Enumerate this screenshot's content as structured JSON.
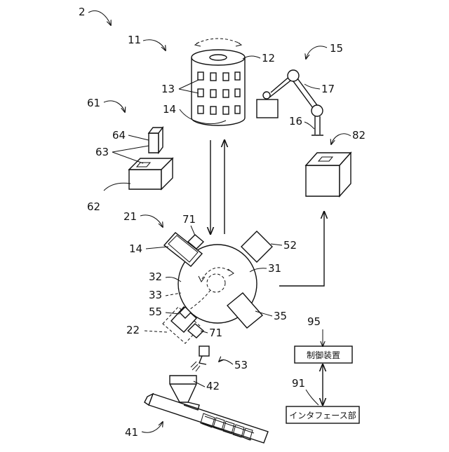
{
  "labels": {
    "system": "2",
    "stocker": "11",
    "carousel_top": "12",
    "slots": "13",
    "container_top": "14",
    "robot": "15",
    "gripper": "16",
    "arm": "17",
    "setup_station": "61",
    "setup_sensor": "64",
    "setup_parts": "63",
    "setup_base": "62",
    "output_box": "82",
    "machine": "21",
    "holder_top": "71",
    "container_left": "14",
    "unit_right_top": "52",
    "rotary_table": "31",
    "table_side": "32",
    "path": "33",
    "unit_right_bottom": "35",
    "unit_left_bottom": "55",
    "machine_lower": "22",
    "holder_bottom": "71",
    "dispenser": "53",
    "hopper": "42",
    "extruder": "41",
    "controller_ref": "95",
    "interface_ref": "91"
  },
  "boxes": {
    "controller": "制御装置",
    "interface": "インタフェース部"
  }
}
